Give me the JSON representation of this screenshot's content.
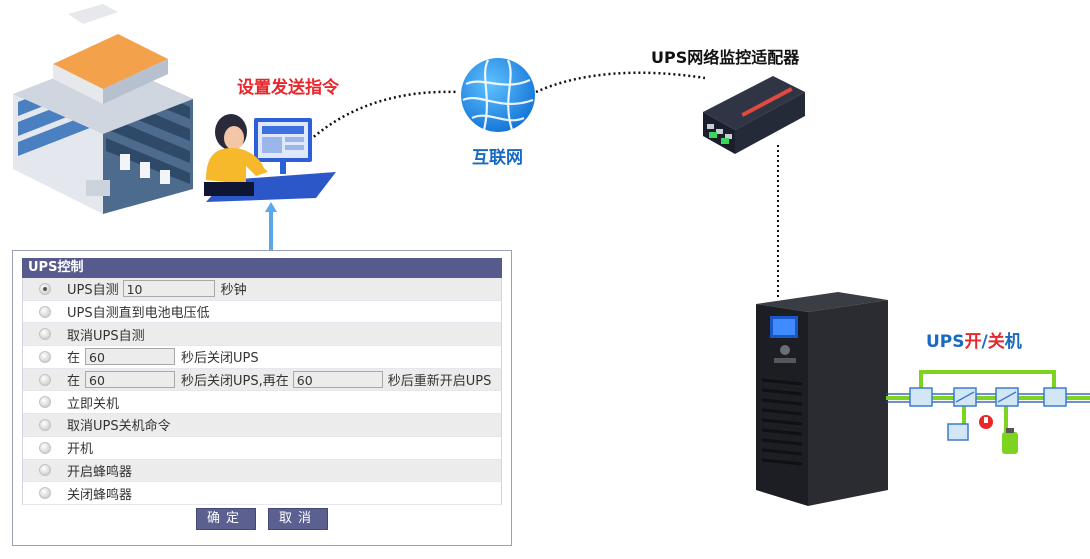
{
  "labels": {
    "send_command": "设置发送指令",
    "internet": "互联网",
    "adapter": "UPS网络监控适配器",
    "ups_on_off": {
      "prefix": "UPS",
      "on": "开",
      "slash": "/",
      "off": "关",
      "suffix": "机"
    }
  },
  "panel": {
    "title": "UPS控制",
    "rows": [
      {
        "text": "UPS自测",
        "field": "10",
        "after": "秒钟",
        "selected": true
      },
      {
        "text": "UPS自测直到电池电压低"
      },
      {
        "text": "取消UPS自测"
      },
      {
        "text": "在",
        "field": "60",
        "after": "秒后关闭UPS"
      },
      {
        "text": "在",
        "field": "60",
        "after": "秒后关闭UPS,再在",
        "field2": "60",
        "after2": "秒后重新开启UPS"
      },
      {
        "text": "立即关机"
      },
      {
        "text": "取消UPS关机命令"
      },
      {
        "text": "开机"
      },
      {
        "text": "开启蜂鸣器"
      },
      {
        "text": "关闭蜂鸣器"
      }
    ],
    "confirm_label": "确定",
    "cancel_label": "取消"
  },
  "colors": {
    "red_label": "#e8262b",
    "blue_label": "#1769c3",
    "panel_header": "#565a8c",
    "button": "#5c6090",
    "bypass_line": "#7ed321"
  },
  "icons": [
    "building-icon",
    "user-at-computer-icon",
    "globe-icon",
    "network-adapter-icon",
    "ups-tower-icon",
    "ups-circuit-icon",
    "arrow-up-icon"
  ]
}
